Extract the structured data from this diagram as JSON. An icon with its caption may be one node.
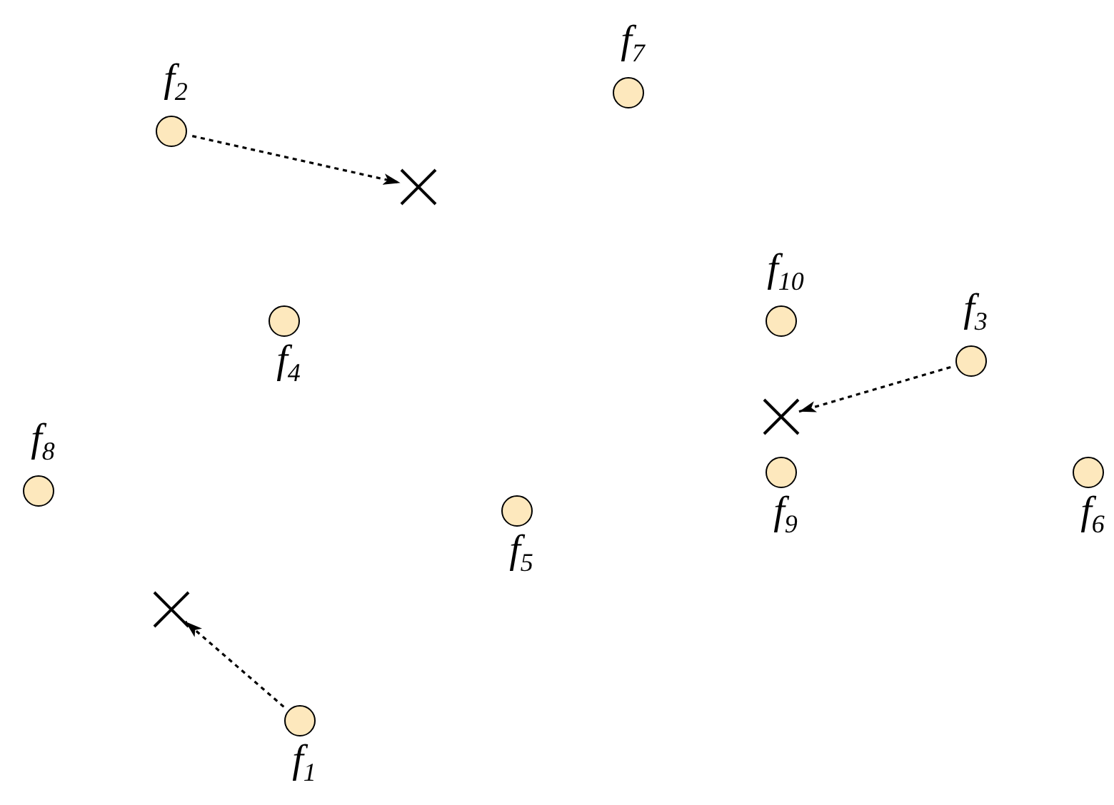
{
  "diagram": {
    "nodes": [
      {
        "text": [],
        "shape": "circle",
        "beside": [
          "f$_{7}$"
        ]
      },
      {
        "text": [],
        "shape": "circle",
        "beside": [
          "f$_{2}$"
        ]
      },
      {
        "text": [],
        "shape": "cross"
      },
      {
        "text": [],
        "shape": "circle",
        "beside": [
          "f$_{4}$"
        ]
      },
      {
        "text": [],
        "shape": "circle",
        "beside": [
          "f$_{10}$"
        ]
      },
      {
        "text": [],
        "shape": "circle",
        "beside": [
          "f$_{3}$"
        ]
      },
      {
        "text": [],
        "shape": "cross"
      },
      {
        "text": [],
        "shape": "circle",
        "beside": [
          "f$_{9}$"
        ]
      },
      {
        "text": [],
        "shape": "circle",
        "beside": [
          "f$_{6}$"
        ]
      },
      {
        "text": [],
        "shape": "circle",
        "beside": [
          "f$_{8}$"
        ]
      },
      {
        "text": [],
        "shape": "circle",
        "beside": [
          "f$_{5}$"
        ]
      },
      {
        "text": [],
        "shape": "cross"
      },
      {
        "text": [],
        "shape": "circle",
        "beside": [
          "f$_{1}$"
        ]
      }
    ],
    "edges": [
      {
        "from": 1,
        "to": 2,
        "arrow": "to",
        "style": "dashed"
      },
      {
        "from": 5,
        "to": 6,
        "arrow": "to",
        "style": "dashed"
      },
      {
        "from": 12,
        "to": 11,
        "arrow": "to",
        "style": "dashed"
      }
    ]
  }
}
